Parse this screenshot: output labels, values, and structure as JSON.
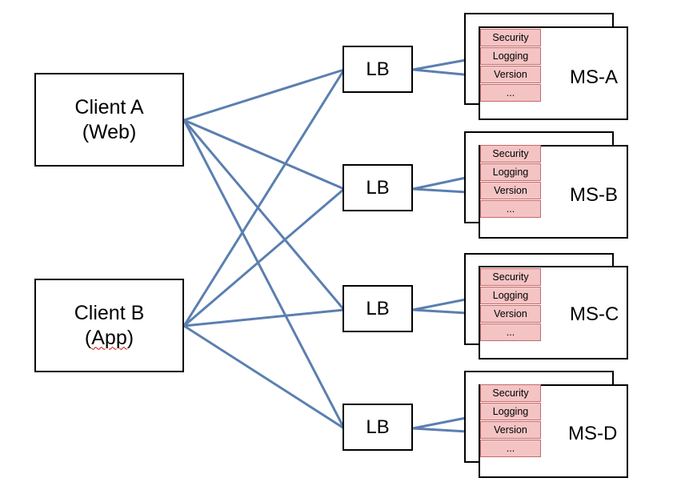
{
  "clients": [
    {
      "line1": "Client A",
      "line2": "(Web)"
    },
    {
      "line1": "Client B",
      "line2_prefix": "(",
      "line2_word": "App",
      "line2_suffix": ")"
    }
  ],
  "load_balancers": [
    "LB",
    "LB",
    "LB",
    "LB"
  ],
  "microservices": [
    {
      "label": "MS-A",
      "features": [
        "Security",
        "Logging",
        "Version",
        "..."
      ]
    },
    {
      "label": "MS-B",
      "features": [
        "Security",
        "Logging",
        "Version",
        "..."
      ]
    },
    {
      "label": "MS-C",
      "features": [
        "Security",
        "Logging",
        "Version",
        "..."
      ]
    },
    {
      "label": "MS-D",
      "features": [
        "Security",
        "Logging",
        "Version",
        "..."
      ]
    }
  ],
  "colors": {
    "connector": "#5b7fb0",
    "feature_fill": "#f4c4c4",
    "feature_border": "#c46a6a"
  }
}
